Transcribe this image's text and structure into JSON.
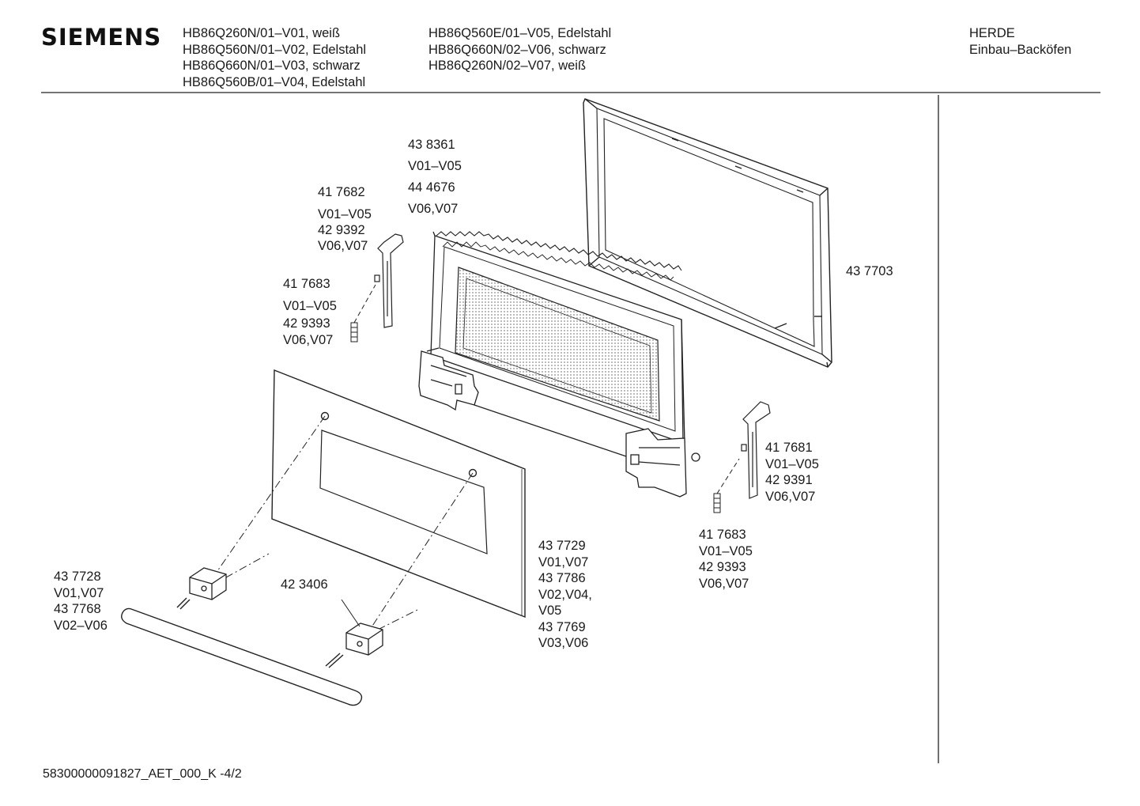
{
  "header": {
    "brand": "SIEMENS",
    "models_col1": [
      "HB86Q260N/01–V01, weiß",
      "HB86Q560N/01–V02, Edelstahl",
      "HB86Q660N/01–V03, schwarz",
      "HB86Q560B/01–V04, Edelstahl"
    ],
    "models_col2": [
      "HB86Q560E/01–V05, Edelstahl",
      "HB86Q660N/02–V06, schwarz",
      "HB86Q260N/02–V07, weiß"
    ],
    "category": [
      "HERDE",
      "Einbau–Backöfen"
    ]
  },
  "parts": {
    "inner_door": [
      "43 8361",
      "V01–V05",
      "44 4676",
      "V06,V07"
    ],
    "hinge_left": [
      "41 7682",
      "V01–V05",
      "42 9392",
      "V06,V07"
    ],
    "spring_left": [
      "41 7683",
      "V01–V05",
      "42 9393",
      "V06,V07"
    ],
    "door_frame": [
      "43 7703"
    ],
    "hinge_right": [
      "41 7681",
      "V01–V05",
      "42 9391",
      "V06,V07"
    ],
    "spring_right": [
      "41 7683",
      "V01–V05",
      "42 9393",
      "V06,V07"
    ],
    "outer_glass": [
      "43 7729",
      "V01,V07",
      "43 7786",
      "V02,V04,",
      "V05",
      "43 7769",
      "V03,V06"
    ],
    "handle": [
      "43 7728",
      "V01,V07",
      "43 7768",
      "V02–V06"
    ],
    "handle_mount": [
      "42 3406"
    ]
  },
  "footer": {
    "doc_id": "58300000091827_AET_000_K  -4/2"
  }
}
